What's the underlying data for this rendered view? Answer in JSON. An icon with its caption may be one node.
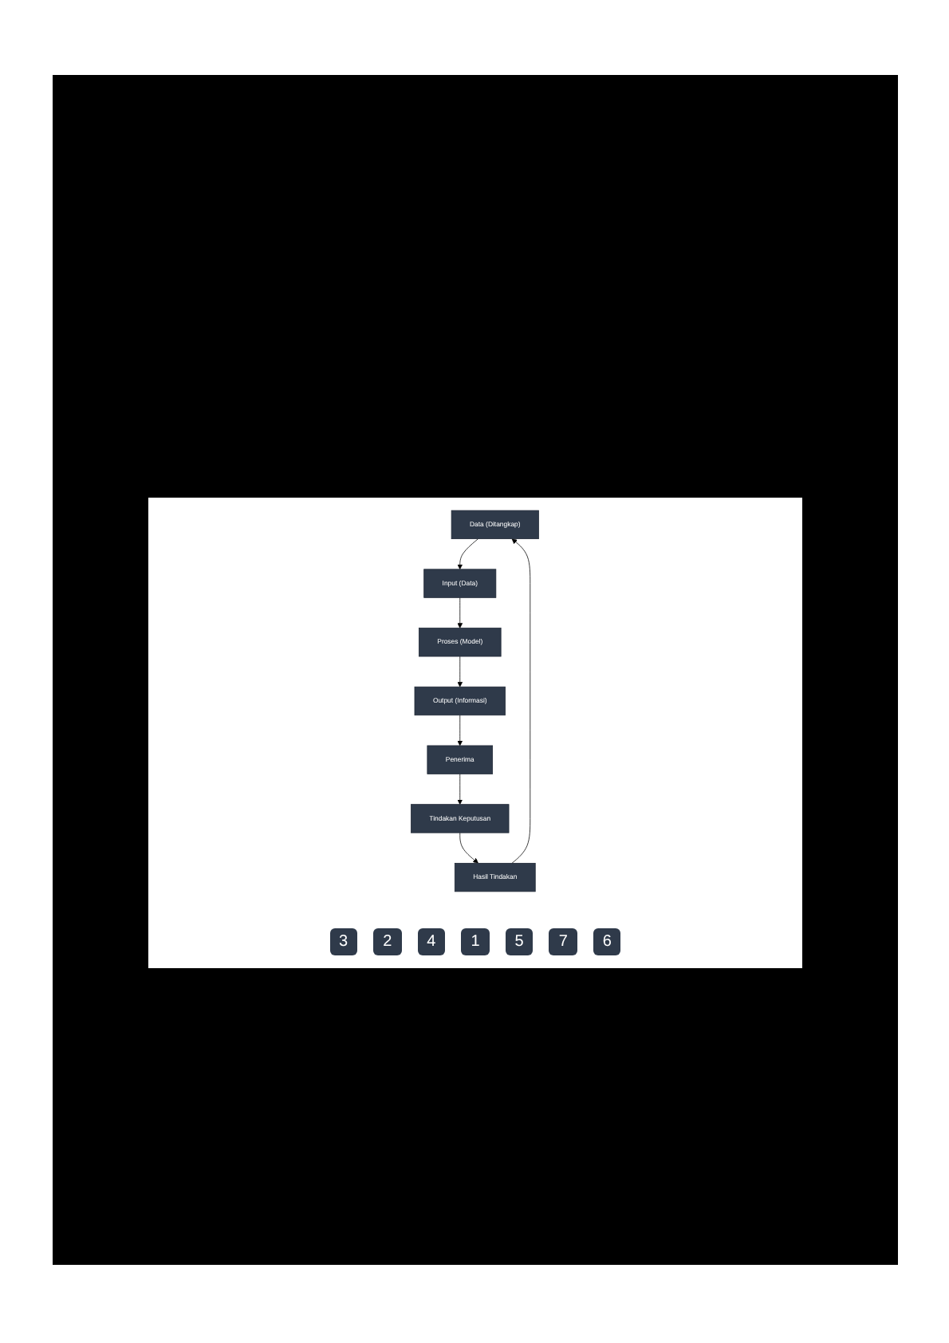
{
  "diagram": {
    "nodes": [
      {
        "text": [
          "Data (Ditangkap)"
        ]
      },
      {
        "text": [
          "Input (Data)"
        ]
      },
      {
        "text": [
          "Proses (Model)"
        ]
      },
      {
        "text": [
          "Output (Informasi)"
        ]
      },
      {
        "text": [
          "Penerima"
        ]
      },
      {
        "text": [
          "Tindakan Keputusan"
        ]
      },
      {
        "text": [
          "Hasil Tindakan"
        ]
      }
    ],
    "edges": [
      {
        "from": 0,
        "to": 1,
        "arrow": "to"
      },
      {
        "from": 1,
        "to": 2,
        "arrow": "to"
      },
      {
        "from": 2,
        "to": 3,
        "arrow": "to"
      },
      {
        "from": 3,
        "to": 4,
        "arrow": "to"
      },
      {
        "from": 4,
        "to": 5,
        "arrow": "to"
      },
      {
        "from": 5,
        "to": 6,
        "arrow": "to"
      },
      {
        "from": 6,
        "to": 0,
        "arrow": "to"
      }
    ],
    "labels": [
      "3",
      "2",
      "4",
      "1",
      "5",
      "7",
      "6"
    ]
  }
}
